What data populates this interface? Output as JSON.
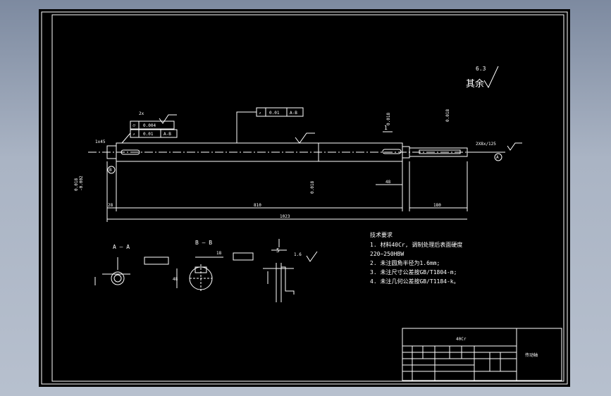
{
  "roughness_general": {
    "value": "6.3",
    "label": "其余"
  },
  "dimensions": {
    "total_length": "1023",
    "middle_length": "810",
    "left_end": "28",
    "right_end": "180",
    "chamfer": "1x45",
    "spline": "2X8x/125",
    "keyway_depth": "48",
    "tol_upper": "0.018",
    "tol_lower": "-0.002",
    "count_2x": "2x",
    "section_length": "18",
    "section_height": "48",
    "gap": "5",
    "sub": "1.6"
  },
  "labels": {
    "section_a": "A — A",
    "section_b": "B — B",
    "datum_a": "A",
    "datum_b": "B",
    "ref_1": "1"
  },
  "tolerances": [
    {
      "symbol": "⌭",
      "value": "0.004",
      "datum": ""
    },
    {
      "symbol": "↗",
      "value": "0.01",
      "datum": "A-B"
    },
    {
      "symbol": "↗",
      "value": "0.01",
      "datum": "A-B"
    }
  ],
  "tech_req": {
    "title": "技术要求",
    "lines": [
      "1. 材料40Cr, 调制处理后表面硬度",
      "220~250HBW",
      "2. 未注圆角半径为1.6mm;",
      "3. 未注尺寸公差按GB/T1804-m;",
      "4. 未注几何公差按GB/T1184-k。"
    ]
  },
  "title_block": {
    "material": "40Cr",
    "drawing_name": "传动轴"
  }
}
